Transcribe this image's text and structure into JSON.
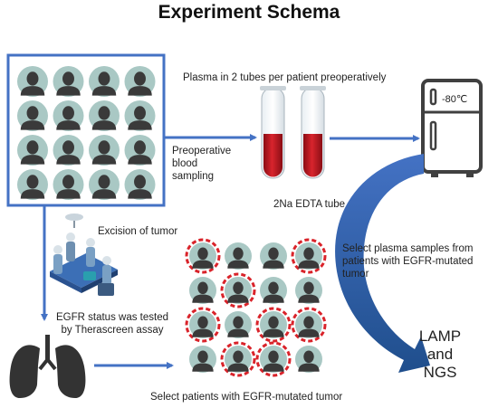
{
  "title": "Experiment Schema",
  "labels": {
    "plasma_tubes": "Plasma in 2 tubes per patient preoperatively",
    "preop_line1": "Preoperative",
    "preop_line2": "blood",
    "preop_line3": "sampling",
    "edta_tube": "2Na EDTA tube",
    "freezer_temp": "-80℃",
    "excision": "Excision of tumor",
    "select_plasma_line1": "Select plasma samples from",
    "select_plasma_line2": "patients with EGFR-mutated",
    "select_plasma_line3": "tumor",
    "egfr_test_line1": "EGFR status was tested",
    "egfr_test_line2": "by Therascreen assay",
    "select_patients": "Select patients with EGFR-mutated tumor",
    "result_line1": "LAMP",
    "result_line2": "and",
    "result_line3": "NGS"
  },
  "colors": {
    "arrow": "#4472c4",
    "curved_arrow": "#2e5597",
    "avatar_bg": "#a9c8c4",
    "avatar_fg": "#3a3a3a",
    "mutated_ring": "#d9232a",
    "blood": "#b5121b",
    "lung": "#333333",
    "freezer": "#404040"
  },
  "grid_left": {
    "rows": 4,
    "cols": 4
  },
  "grid_right": {
    "rows": 4,
    "cols": 4,
    "mutated": [
      [
        true,
        false,
        false,
        true
      ],
      [
        false,
        true,
        false,
        false
      ],
      [
        true,
        false,
        true,
        true
      ],
      [
        false,
        true,
        true,
        false
      ]
    ]
  },
  "icons": {
    "blood_tubes": "blood-tube-icon",
    "freezer": "freezer-icon",
    "surgery": "surgery-icon",
    "lungs": "lungs-icon"
  }
}
